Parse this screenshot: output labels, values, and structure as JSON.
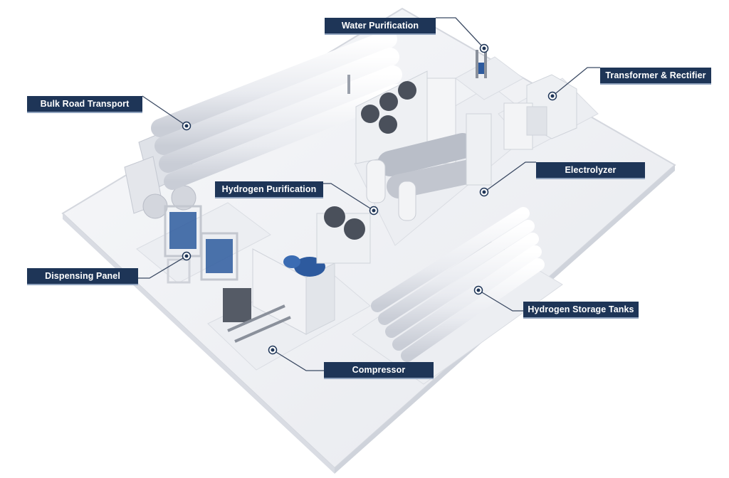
{
  "colors": {
    "label_bg": "#1e3557",
    "leader": "#3b4a63",
    "platform": "#f3f4f7",
    "equipment": "#e6e8ee",
    "accent_blue": "#2d5a9e"
  },
  "labels": {
    "water_purification": "Water Purification",
    "transformer_rectifier": "Transformer & Rectifier",
    "bulk_road_transport": "Bulk Road Transport",
    "electrolyzer": "Electrolyzer",
    "hydrogen_purification": "Hydrogen Purification",
    "dispensing_panel": "Dispensing Panel",
    "hydrogen_storage_tanks": "Hydrogen Storage Tanks",
    "compressor": "Compressor"
  }
}
